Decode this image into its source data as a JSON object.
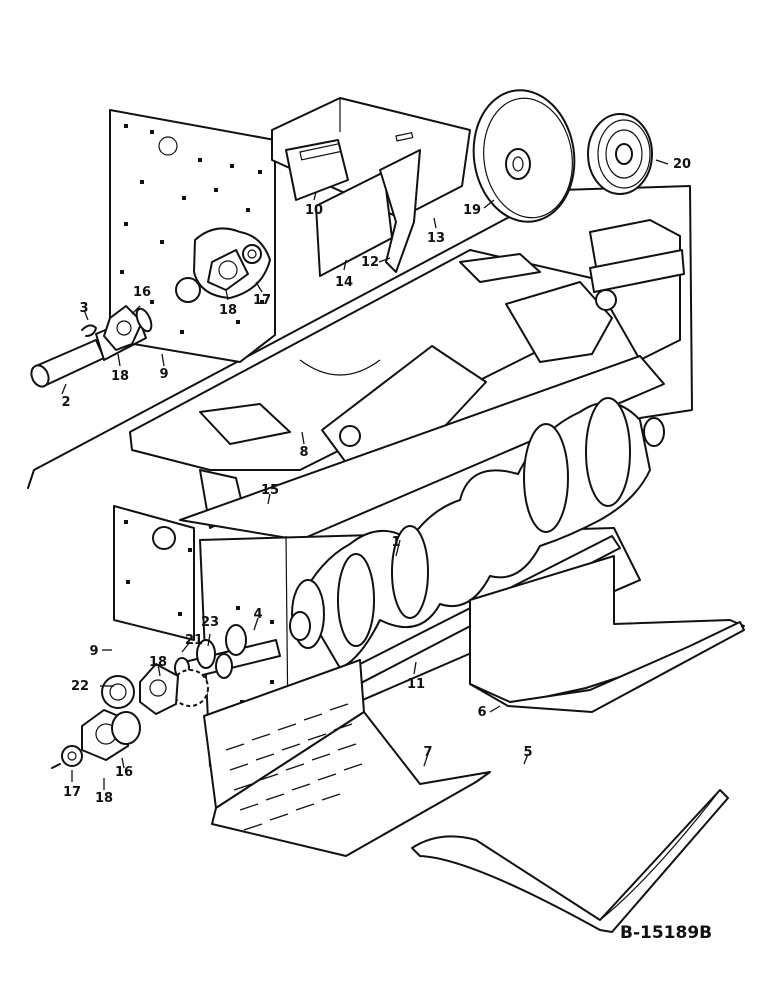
{
  "diagram": {
    "drawing_code": "B-15189B",
    "part_labels": {
      "p1": "1",
      "p2": "2",
      "p3": "3",
      "p4": "4",
      "p5": "5",
      "p6": "6",
      "p7": "7",
      "p8": "8",
      "p9_top": "9",
      "p9_bottom": "9",
      "p10": "10",
      "p11": "11",
      "p12": "12",
      "p13": "13",
      "p14": "14",
      "p15": "15",
      "p16_top": "16",
      "p16_bottom": "16",
      "p17_top": "17",
      "p17_bottom": "17",
      "p18_top": "18",
      "p18_top_b": "18",
      "p18_bottom": "18",
      "p18_bottom_b": "18",
      "p19": "19",
      "p20": "20",
      "p21": "21",
      "p22": "22",
      "p23": "23"
    }
  }
}
